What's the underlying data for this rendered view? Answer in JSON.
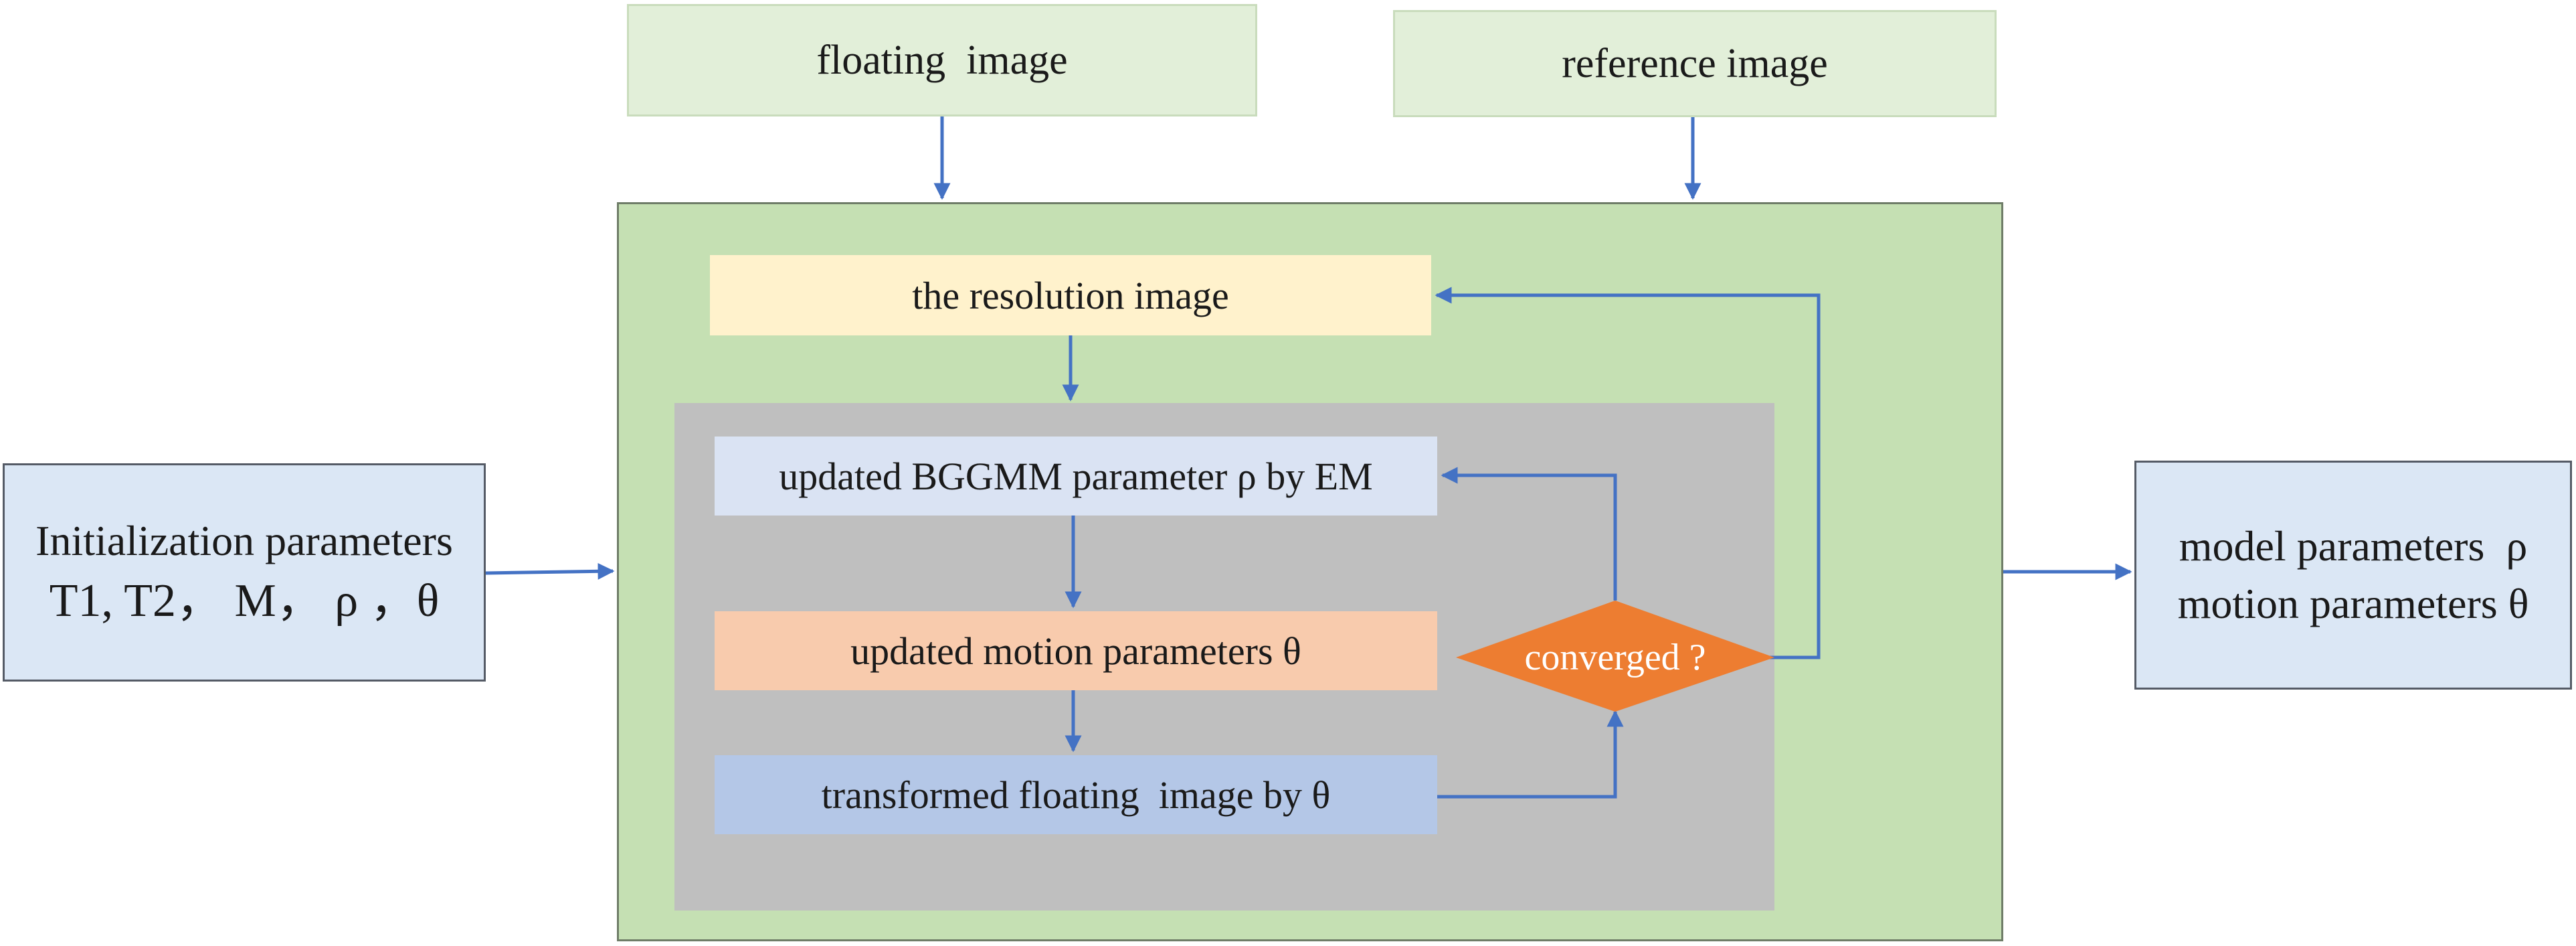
{
  "inputs": {
    "floating": "floating  image",
    "reference": "reference image"
  },
  "init": {
    "line1": "Initialization parameters",
    "line2": "T1, T2， M， ρ ，θ"
  },
  "output": {
    "line1": "model parameters  ρ",
    "line2": "motion parameters θ"
  },
  "steps": {
    "resolution": "the resolution image",
    "bggmm": "updated BGGMM parameter ρ by EM",
    "motion": "updated motion parameters θ",
    "transformed": "transformed floating  image by θ"
  },
  "decision": "converged ?",
  "colors": {
    "arrow": "#4472c4",
    "outer_frame": "#c5e0b3",
    "inner_frame": "#bfbfbf",
    "resolution": "#fff2cc",
    "bggmm": "#dae3f3",
    "motion": "#f8cbad",
    "transformed": "#b4c7e7",
    "decision": "#ed7d31",
    "input_boxes": "#e2efd9",
    "side_boxes": "#dbe7f5"
  }
}
